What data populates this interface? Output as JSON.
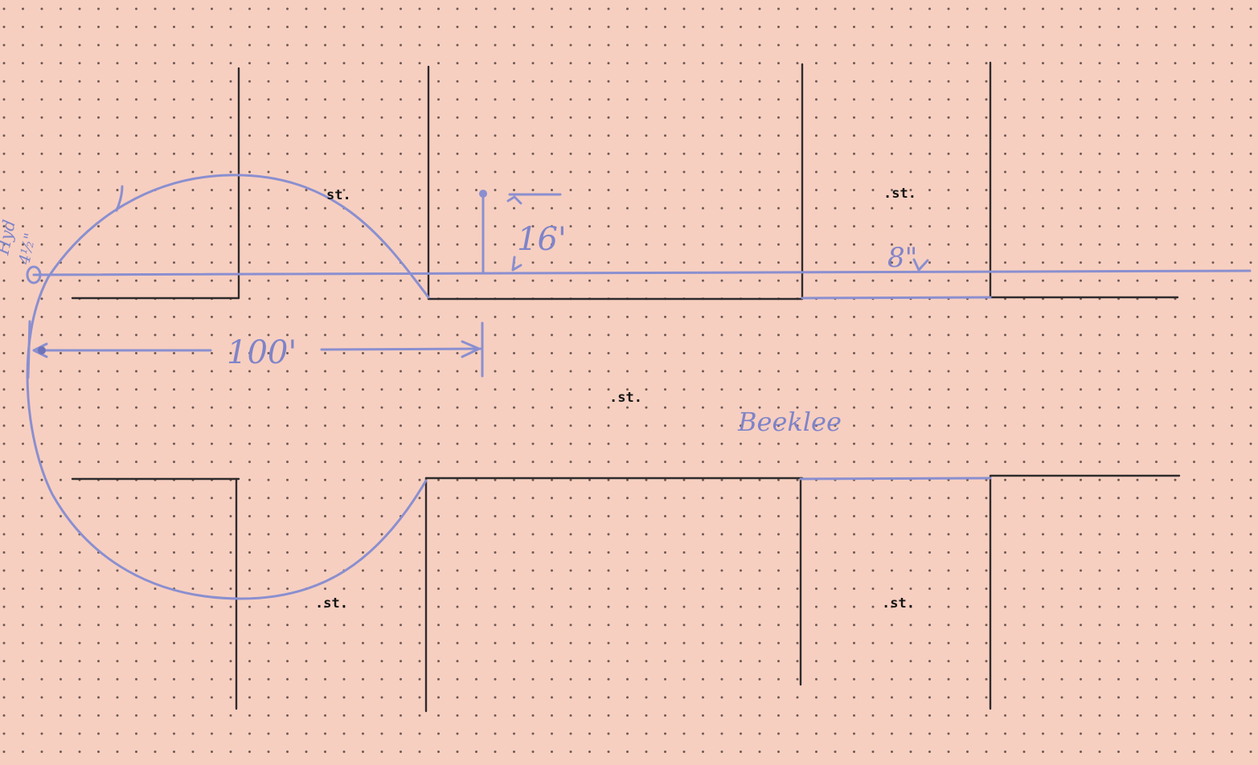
{
  "colors": {
    "paper": "#f7cfc0",
    "dot": "#6e5a55",
    "ink": "#2e2b2c",
    "pencil": "#8a8fd0"
  },
  "labels": {
    "st_top_left": "st.",
    "st_top_right": ".st.",
    "st_center": ".st.",
    "st_bottom_left": ".st.",
    "st_bottom_right": ".st.",
    "hydrant": "Hyd",
    "hydrant_size": "4½\"",
    "main_size": "8\"",
    "offset_distance": "16'",
    "hose_distance": "100'",
    "street_name": "Beeklee"
  }
}
